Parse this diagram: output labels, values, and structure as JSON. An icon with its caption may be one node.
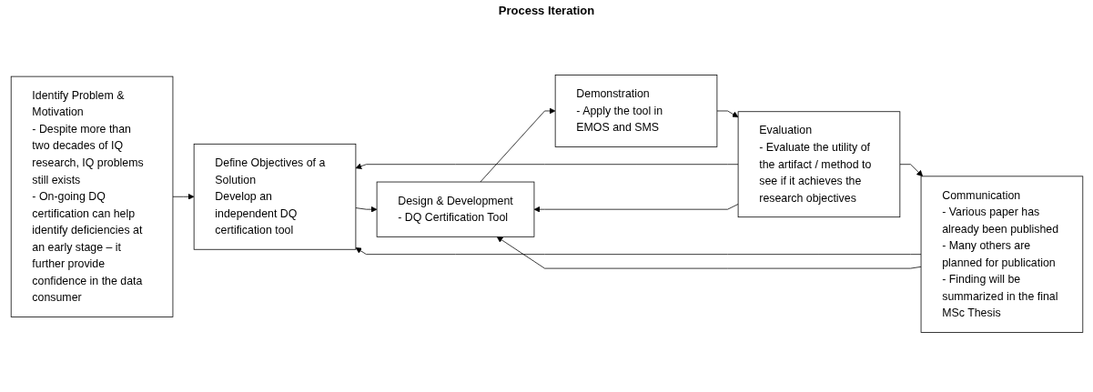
{
  "diagram": {
    "nodes": [
      {
        "text": [
          "Identify Problem & Motivation",
          "- Despite more than two decades of IQ research, IQ problems still exists",
          "- On-going DQ certification can help identify deficiencies at an early stage – it further provide confidence in the data consumer"
        ]
      },
      {
        "text": [
          "Define Objectives of a Solution",
          "Develop an independent DQ certification tool"
        ]
      },
      {
        "text": [
          "Design & Development",
          "- DQ Certification Tool"
        ]
      },
      {
        "text": [
          "Demonstration",
          "- Apply the tool in EMOS and SMS"
        ]
      },
      {
        "text": [
          "Evaluation",
          "- Evaluate the utility of the artifact / method to see if it achieves the research objectives"
        ]
      },
      {
        "text": [
          "Communication",
          "- Various paper has already been published",
          "- Many others are planned for publication",
          "- Finding will be summarized in the final MSc Thesis"
        ]
      }
    ],
    "edges": [
      {
        "from": 0,
        "to": 1,
        "arrow": "to"
      },
      {
        "from": 1,
        "to": 2,
        "arrow": "to"
      },
      {
        "from": 2,
        "to": 3,
        "arrow": "to"
      },
      {
        "from": 3,
        "to": 4,
        "arrow": "to"
      },
      {
        "from": 4,
        "to": 5,
        "arrow": "to"
      },
      {
        "from": 4,
        "to": 1,
        "arrow": "to"
      },
      {
        "from": 4,
        "to": 2,
        "arrow": "to"
      },
      {
        "from": 5,
        "to": 1,
        "arrow": "to"
      },
      {
        "from": 5,
        "to": 2,
        "arrow": "to"
      }
    ],
    "labels": [
      "Process Iteration"
    ]
  }
}
